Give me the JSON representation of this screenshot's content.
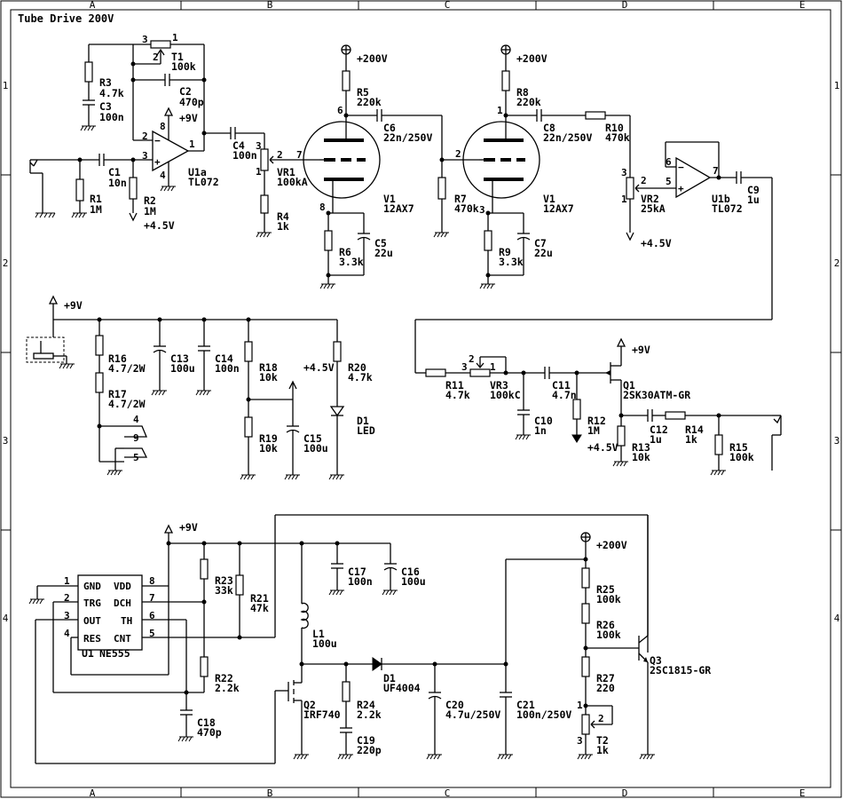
{
  "title": "Tube Drive 200V",
  "grid": {
    "columns": [
      "A",
      "B",
      "C",
      "D",
      "E"
    ],
    "rows": [
      "1",
      "2",
      "3",
      "4"
    ]
  },
  "rails": {
    "v200": "+200V",
    "v9": "+9V",
    "v45": "+4.5V"
  },
  "components": {
    "T1": [
      "T1",
      "100k"
    ],
    "R3": [
      "R3",
      "4.7k"
    ],
    "C3": [
      "C3",
      "100n"
    ],
    "C2": [
      "C2",
      "470p"
    ],
    "U1a": [
      "U1a",
      "TL072"
    ],
    "C1": [
      "C1",
      "10n"
    ],
    "R1": [
      "R1",
      "1M"
    ],
    "R2": [
      "R2",
      "1M"
    ],
    "C4": [
      "C4",
      "100n"
    ],
    "VR1": [
      "VR1",
      "100kA"
    ],
    "R4": [
      "R4",
      "1k"
    ],
    "R5": [
      "R5",
      "220k"
    ],
    "C6": [
      "C6",
      "22n/250V"
    ],
    "V1a": [
      "V1",
      "12AX7"
    ],
    "R6": [
      "R6",
      "3.3k"
    ],
    "C5": [
      "C5",
      "22u"
    ],
    "R7": [
      "R7",
      "470k"
    ],
    "R8": [
      "R8",
      "220k"
    ],
    "C8": [
      "C8",
      "22n/250V"
    ],
    "V1b": [
      "V1",
      "12AX7"
    ],
    "R9": [
      "R9",
      "3.3k"
    ],
    "C7": [
      "C7",
      "22u"
    ],
    "R10": [
      "R10",
      "470k"
    ],
    "VR2": [
      "VR2",
      "25kA"
    ],
    "U1b": [
      "U1b",
      "TL072"
    ],
    "C9": [
      "C9",
      "1u"
    ],
    "R16": [
      "R16",
      "4.7/2W"
    ],
    "R17": [
      "R17",
      "4.7/2W"
    ],
    "C13": [
      "C13",
      "100u"
    ],
    "C14": [
      "C14",
      "100n"
    ],
    "R18": [
      "R18",
      "10k"
    ],
    "R19": [
      "R19",
      "10k"
    ],
    "C15": [
      "C15",
      "100u"
    ],
    "R20": [
      "R20",
      "4.7k"
    ],
    "D1led": [
      "D1",
      "LED"
    ],
    "R11": [
      "R11",
      "4.7k"
    ],
    "VR3": [
      "VR3",
      "100kC"
    ],
    "C10": [
      "C10",
      "1n"
    ],
    "C11": [
      "C11",
      "4.7n"
    ],
    "R12": [
      "R12",
      "1M"
    ],
    "Q1": [
      "Q1",
      "2SK30ATM-GR"
    ],
    "R13": [
      "R13",
      "10k"
    ],
    "C12": [
      "C12",
      "1u"
    ],
    "R14": [
      "R14",
      "1k"
    ],
    "R15": [
      "R15",
      "100k"
    ],
    "U1": [
      "U1",
      "NE555"
    ],
    "R23": [
      "R23",
      "33k"
    ],
    "R21": [
      "R21",
      "47k"
    ],
    "R22": [
      "R22",
      "2.2k"
    ],
    "C18": [
      "C18",
      "470p"
    ],
    "C17": [
      "C17",
      "100n"
    ],
    "C16": [
      "C16",
      "100u"
    ],
    "L1": [
      "L1",
      "100u"
    ],
    "Q2": [
      "Q2",
      "IRF740"
    ],
    "R24": [
      "R24",
      "2.2k"
    ],
    "C19": [
      "C19",
      "220p"
    ],
    "D1d": [
      "D1",
      "UF4004"
    ],
    "C20": [
      "C20",
      "4.7u/250V"
    ],
    "C21": [
      "C21",
      "100n/250V"
    ],
    "R25": [
      "R25",
      "100k"
    ],
    "R26": [
      "R26",
      "100k"
    ],
    "R27": [
      "R27",
      "220"
    ],
    "T2": [
      "T2",
      "1k"
    ],
    "Q3": [
      "Q3",
      "2SC1815-GR"
    ]
  },
  "ic555_pins": {
    "left": [
      [
        "1",
        "GND"
      ],
      [
        "2",
        "TRG"
      ],
      [
        "3",
        "OUT"
      ],
      [
        "4",
        "RES"
      ]
    ],
    "right": [
      [
        "VDD",
        "8"
      ],
      [
        "DCH",
        "7"
      ],
      [
        "TH",
        "6"
      ],
      [
        "CNT",
        "5"
      ]
    ]
  },
  "pins": [
    "1",
    "2",
    "3",
    "4",
    "5",
    "6",
    "7",
    "8",
    "9"
  ]
}
